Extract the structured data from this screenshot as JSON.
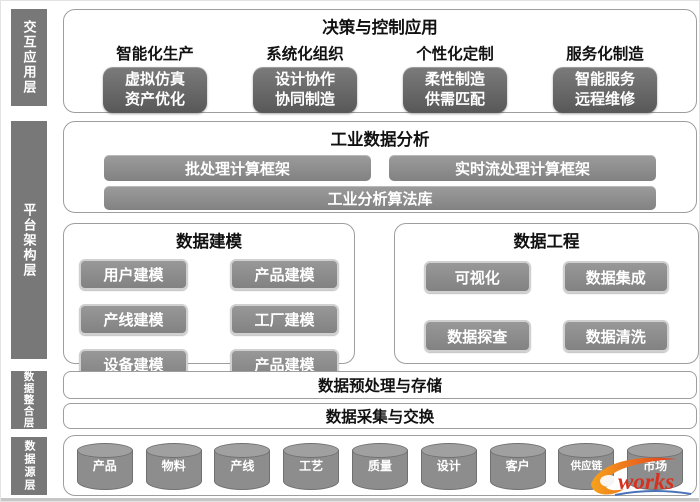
{
  "layers": [
    {
      "label": "交互应用层"
    },
    {
      "label": "平台架构层"
    },
    {
      "label": "数据整合层"
    },
    {
      "label": "数据源层"
    }
  ],
  "decision_section": {
    "title": "决策与控制应用",
    "columns": [
      {
        "header": "智能化生产",
        "lines": [
          "虚拟仿真",
          "资产优化"
        ]
      },
      {
        "header": "系统化组织",
        "lines": [
          "设计协作",
          "协同制造"
        ]
      },
      {
        "header": "个性化定制",
        "lines": [
          "柔性制造",
          "供需匹配"
        ]
      },
      {
        "header": "服务化制造",
        "lines": [
          "智能服务",
          "远程维修"
        ]
      }
    ]
  },
  "analysis_section": {
    "title": "工业数据分析",
    "frameworks": [
      "批处理计算框架",
      "实时流处理计算框架"
    ],
    "library": "工业分析算法库"
  },
  "modeling_section": {
    "title": "数据建模",
    "items": [
      "用户建模",
      "产品建模",
      "产线建模",
      "工厂建模",
      "设备建模",
      "产品建模"
    ]
  },
  "engineering_section": {
    "title": "数据工程",
    "items": [
      "可视化",
      "数据集成",
      "数据探查",
      "数据清洗"
    ]
  },
  "integration_section": {
    "bars": [
      "数据预处理与存储",
      "数据采集与交换"
    ]
  },
  "source_section": {
    "databases": [
      "产品",
      "物料",
      "产线",
      "工艺",
      "质量",
      "设计",
      "客户",
      "供应链",
      "市场"
    ]
  },
  "watermark": {
    "text": "works"
  },
  "colors": {
    "layer_label_bg": "#787878",
    "dark_box": "#5f5f5f",
    "gray_bar": "#8c8c8c",
    "box_border": "#9e9e9e",
    "logo_orange": "#f08300",
    "logo_red": "#d7301f",
    "logo_blue": "#4a72b8"
  }
}
